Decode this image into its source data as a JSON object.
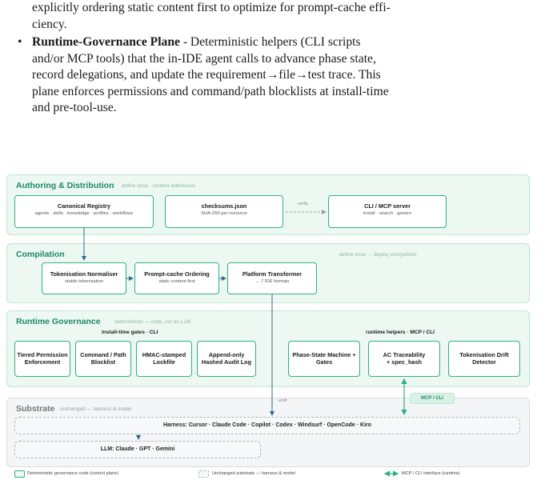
{
  "prose": {
    "line1": "explicitly ordering static content first to optimize for prompt-cache effi-",
    "line2": "ciency.",
    "bullet_symbol": "•",
    "bullet_term": "Runtime-Governance Plane",
    "bullet_line1_rest": " - Deterministic helpers (CLI scripts",
    "bullet_line2": "and/or MCP tools) that the in-IDE agent calls to advance phase state,",
    "bullet_line3": "record delegations, and update the requirement→file→test trace. This",
    "bullet_line4": "plane enforces permissions and command/path blocklists at install-time",
    "bullet_line5": "and pre-tool-use."
  },
  "figure": {
    "colors": {
      "green_border": "#2fb084",
      "green_fill": "#edf8f3",
      "green_text": "#1e8866",
      "gray_fill": "#f4f5f6",
      "arrow": "#2f6b8f"
    },
    "authoring": {
      "title": "Authoring & Distribution",
      "subtitle": "define once · content-addressed",
      "registry_title": "Canonical Registry",
      "registry_sub": "agents · skills · knowledge · profiles · workflows",
      "checksums_title": "checksums.json",
      "checksums_sub": "SHA-256 per resource",
      "verify_label": "verify",
      "cli_title": "CLI / MCP server",
      "cli_sub": "install · search · govern"
    },
    "compilation": {
      "title": "Compilation",
      "subtitle": "define once → deploy everywhere",
      "normaliser_title": "Tokenisation Normaliser",
      "normaliser_sub": "stable tokenisation",
      "ordering_title": "Prompt-cache Ordering",
      "ordering_sub": "static content first",
      "transformer_title": "Platform Transformer",
      "transformer_sub": "→ 7 IDE formats"
    },
    "runtime": {
      "title": "Runtime Governance",
      "subtitle": "deterministic — code, not an LLM",
      "install_group": "install-time gates · CLI",
      "helpers_group": "runtime helpers · MCP / CLI",
      "tiered": "Tiered Permission Enforcement",
      "blocklist": "Command / Path Blocklist",
      "lockfile": "HMAC-stamped Lockfile",
      "audit": "Append-only Hashed Audit Log",
      "phase": "Phase-State Machine + Gates",
      "ac_line1": "AC Traceability",
      "ac_line2": "+ spec_hash",
      "drift": "Tokenisation Drift Detector"
    },
    "substrate": {
      "title": "Substrate",
      "subtitle": "unchanged — harness & model",
      "emit_label": "emit",
      "mcp_tag": "MCP / CLI",
      "harness": "Harness: Cursor · Claude Code · Copilot · Codex · Windsurf · OpenCode · Kiro",
      "llm": "LLM: Claude · GPT · Gemini"
    },
    "legend": {
      "governance": "Deterministic governance code (control plane)",
      "substrate": "Unchanged substrate — harness & model",
      "interface": "MCP / CLI interface (runtime)"
    }
  }
}
